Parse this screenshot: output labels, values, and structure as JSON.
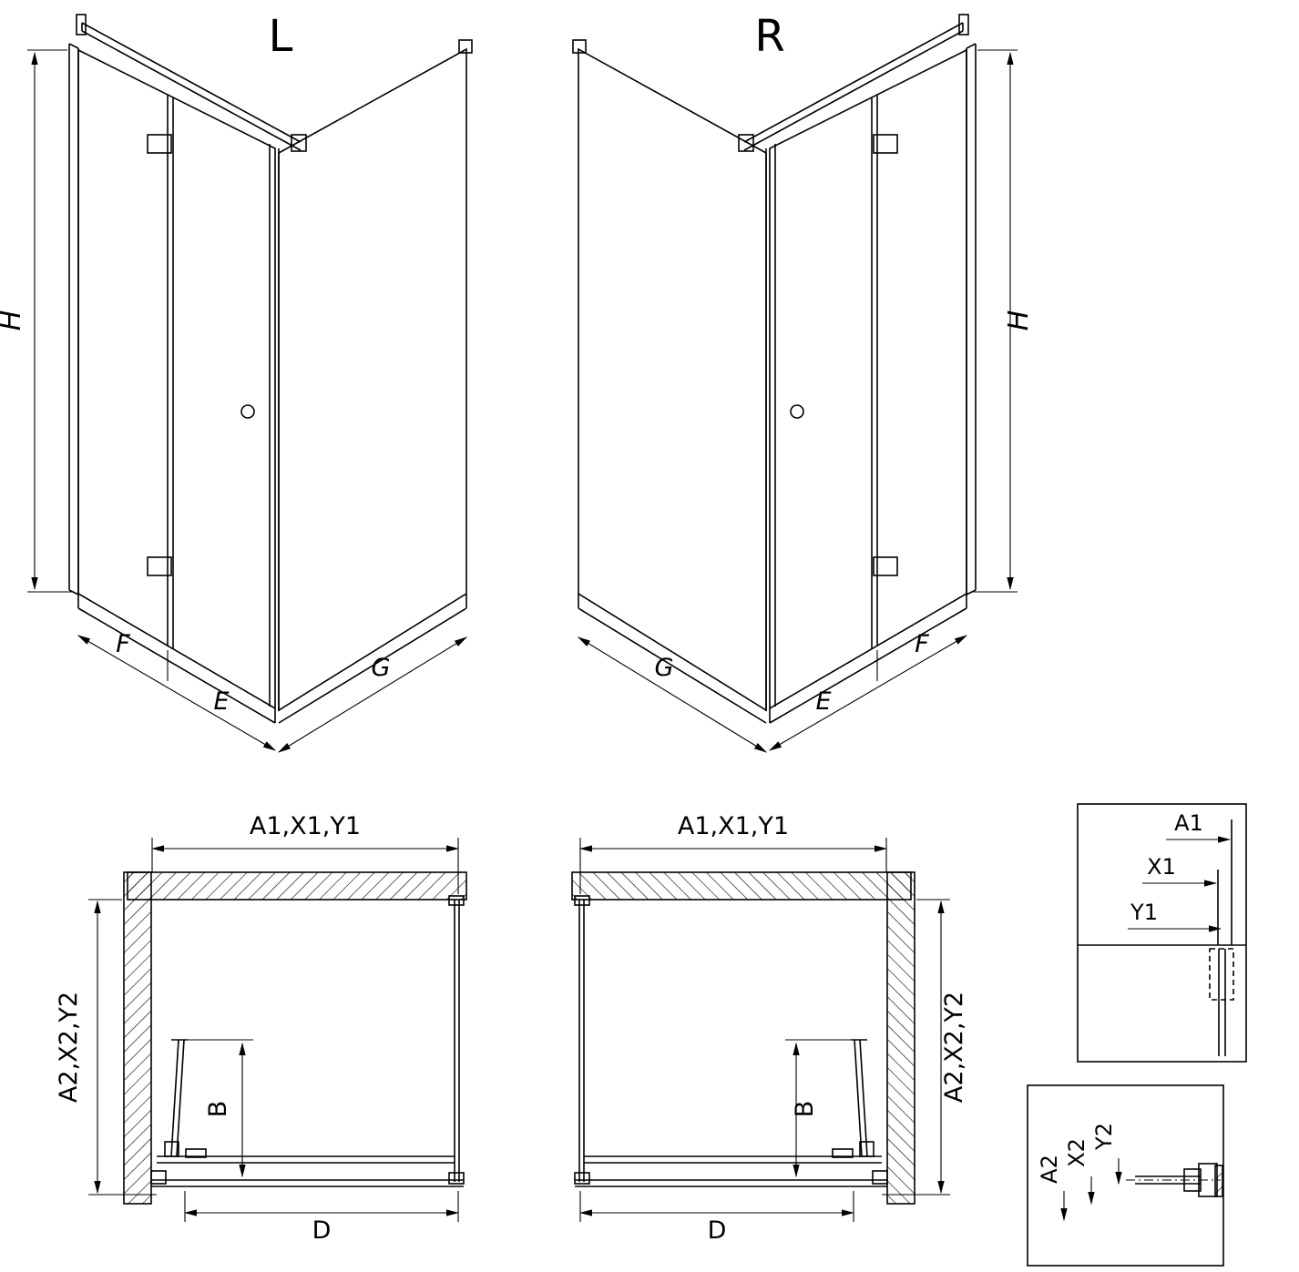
{
  "iso_left": {
    "title": "L",
    "dim_h": "H",
    "dim_f": "F",
    "dim_e": "E",
    "dim_g": "G"
  },
  "iso_right": {
    "title": "R",
    "dim_h": "H",
    "dim_f": "F",
    "dim_e": "E",
    "dim_g": "G"
  },
  "plan_left": {
    "dim_top": "A1,X1,Y1",
    "dim_side": "A2,X2,Y2",
    "dim_b": "B",
    "dim_d": "D"
  },
  "plan_right": {
    "dim_top": "A1,X1,Y1",
    "dim_side": "A2,X2,Y2",
    "dim_b": "B",
    "dim_d": "D"
  },
  "detail_top_right": {
    "dim_a1": "A1",
    "dim_x1": "X1",
    "dim_y1": "Y1"
  },
  "detail_bottom_right": {
    "dim_a2": "A2",
    "dim_x2": "X2",
    "dim_y2": "Y2"
  },
  "colors": {
    "line": "#000000",
    "background": "#ffffff"
  }
}
